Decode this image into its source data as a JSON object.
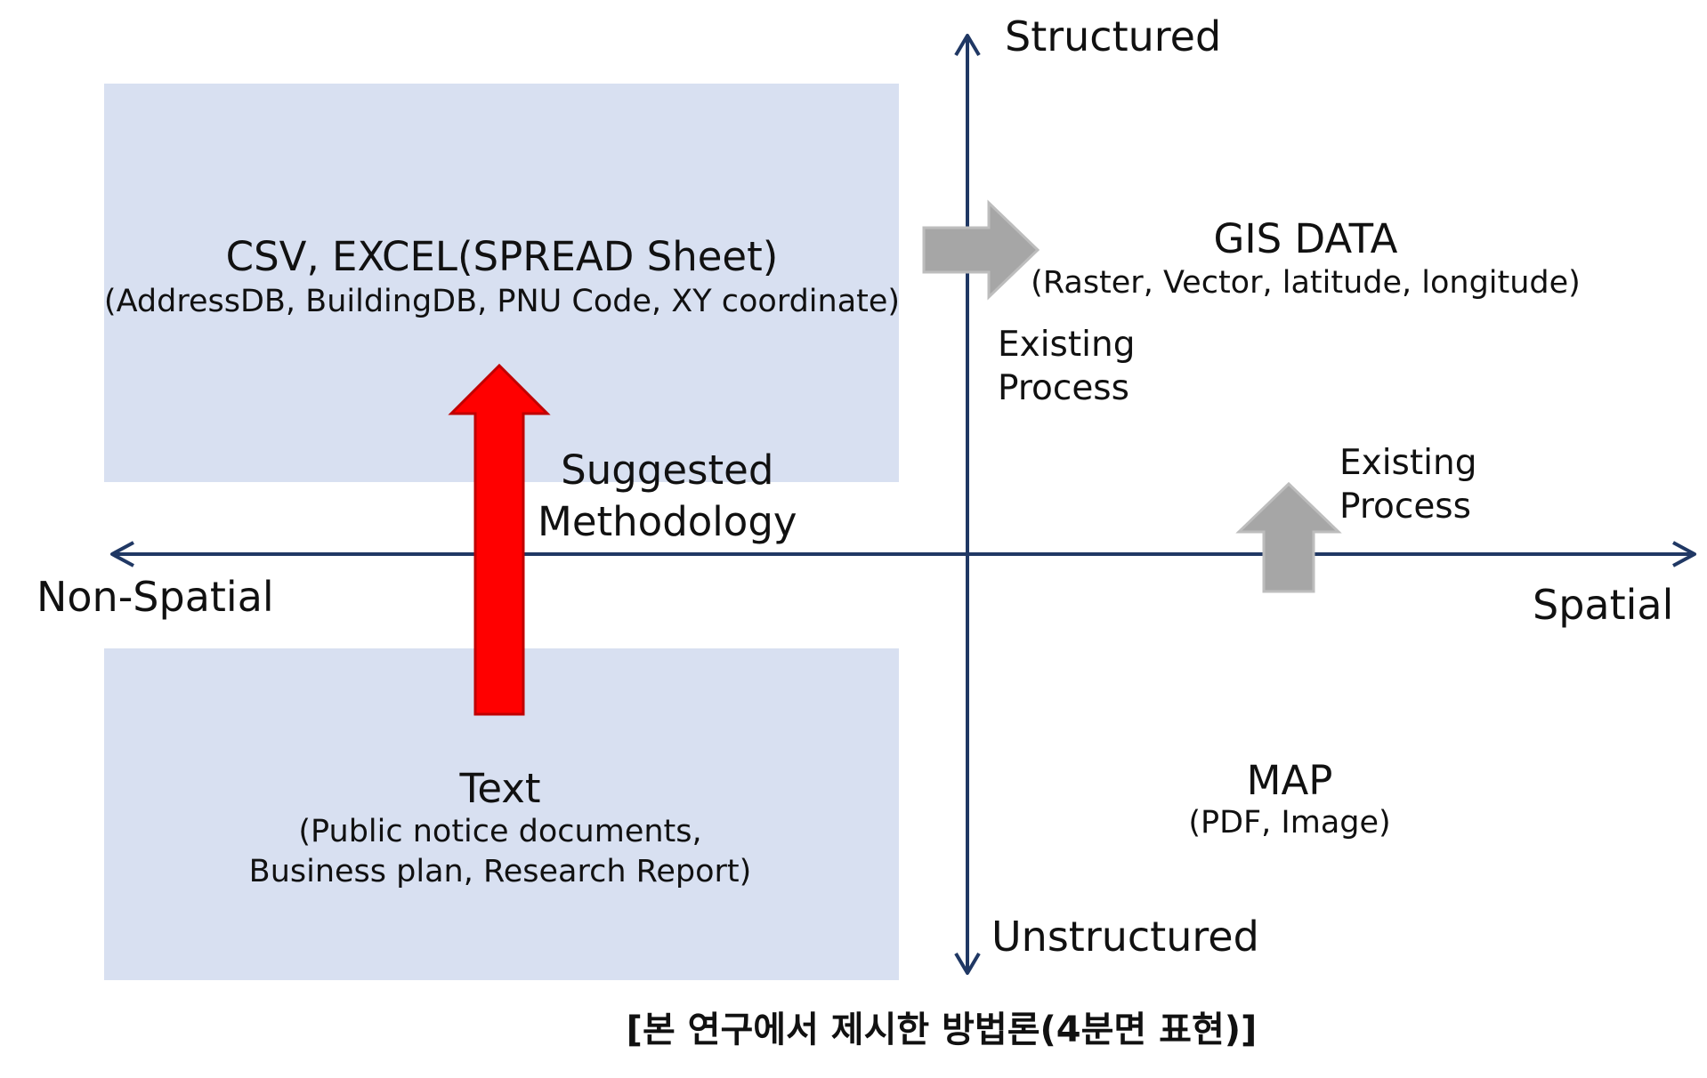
{
  "axes": {
    "top": "Structured",
    "bottom": "Unstructured",
    "left": "Non-Spatial",
    "right": "Spatial"
  },
  "quadrants": {
    "structured_non_spatial": {
      "title": "CSV, EXCEL(SPREAD Sheet)",
      "detail": "(AddressDB, BuildingDB, PNU Code, XY coordinate)"
    },
    "unstructured_non_spatial": {
      "title": "Text",
      "detail_line1": "(Public notice documents,",
      "detail_line2": "Business plan, Research Report)"
    },
    "structured_spatial": {
      "title": "GIS DATA",
      "detail": "(Raster, Vector, latitude, longitude)"
    },
    "unstructured_spatial": {
      "title": "MAP",
      "detail": "(PDF, Image)"
    }
  },
  "arrows": {
    "suggested": {
      "line1": "Suggested",
      "line2": "Methodology",
      "color": "#ff0000"
    },
    "existing_right": {
      "line1": "Existing",
      "line2": "Process",
      "color": "#a6a6a6"
    },
    "existing_up": {
      "line1": "Existing",
      "line2": "Process",
      "color": "#a6a6a6"
    }
  },
  "caption": "[본 연구에서 제시한 방법론(4분면 표현)]",
  "colors": {
    "axis": "#203864",
    "box_fill": "#d8e0f1"
  }
}
